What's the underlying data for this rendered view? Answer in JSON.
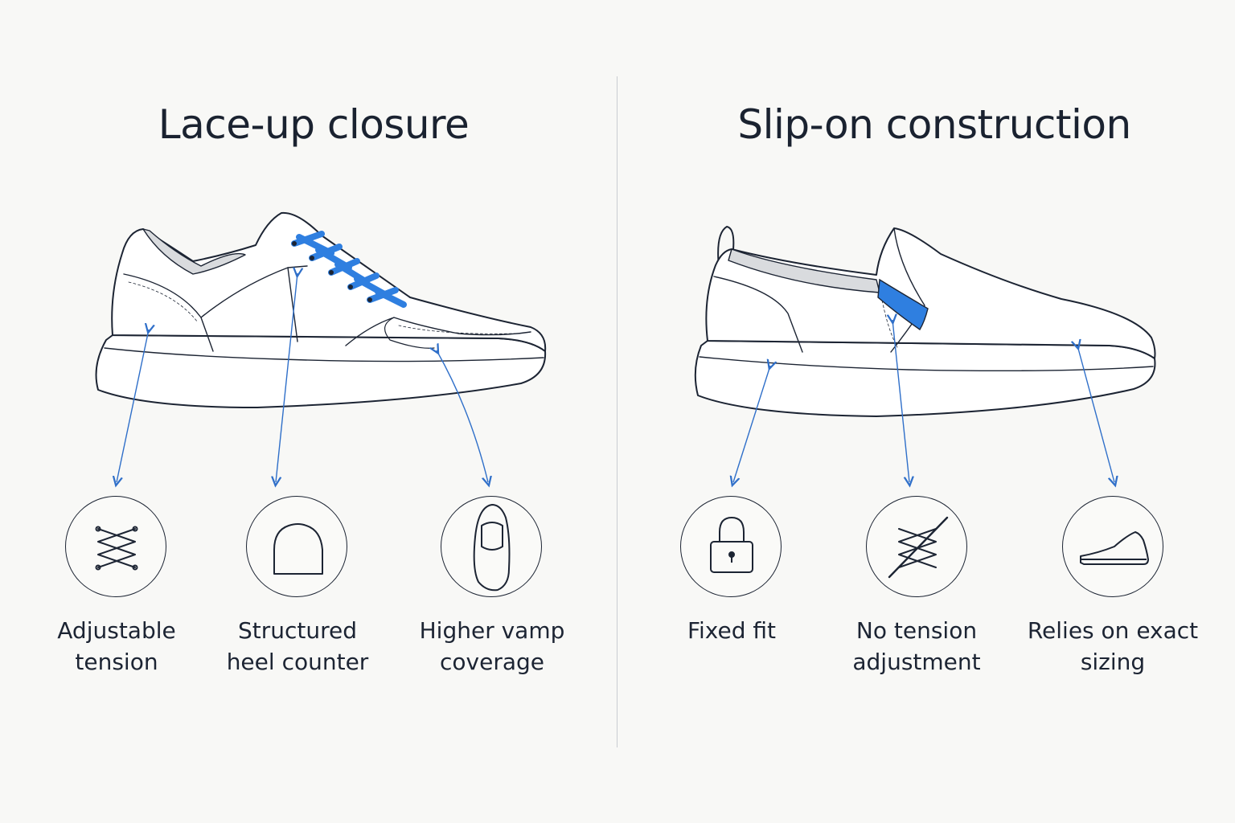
{
  "left_panel": {
    "title": "Lace-up closure",
    "features": [
      {
        "label": "Adjustable\ntension",
        "icon": "crossed-laces-icon"
      },
      {
        "label": "Structured\nheel counter",
        "icon": "heel-counter-icon"
      },
      {
        "label": "Higher vamp\ncoverage",
        "icon": "vamp-top-view-icon"
      }
    ]
  },
  "right_panel": {
    "title": "Slip-on construction",
    "features": [
      {
        "label": "Fixed fit",
        "icon": "padlock-icon"
      },
      {
        "label": "No tension\nadjustment",
        "icon": "crossed-out-laces-icon"
      },
      {
        "label": "Relies on exact\nsizing",
        "icon": "shoe-silhouette-icon"
      }
    ]
  },
  "colors": {
    "accent_blue": "#2f7fe0",
    "outline": "#1c2433",
    "background": "#f8f8f6"
  }
}
